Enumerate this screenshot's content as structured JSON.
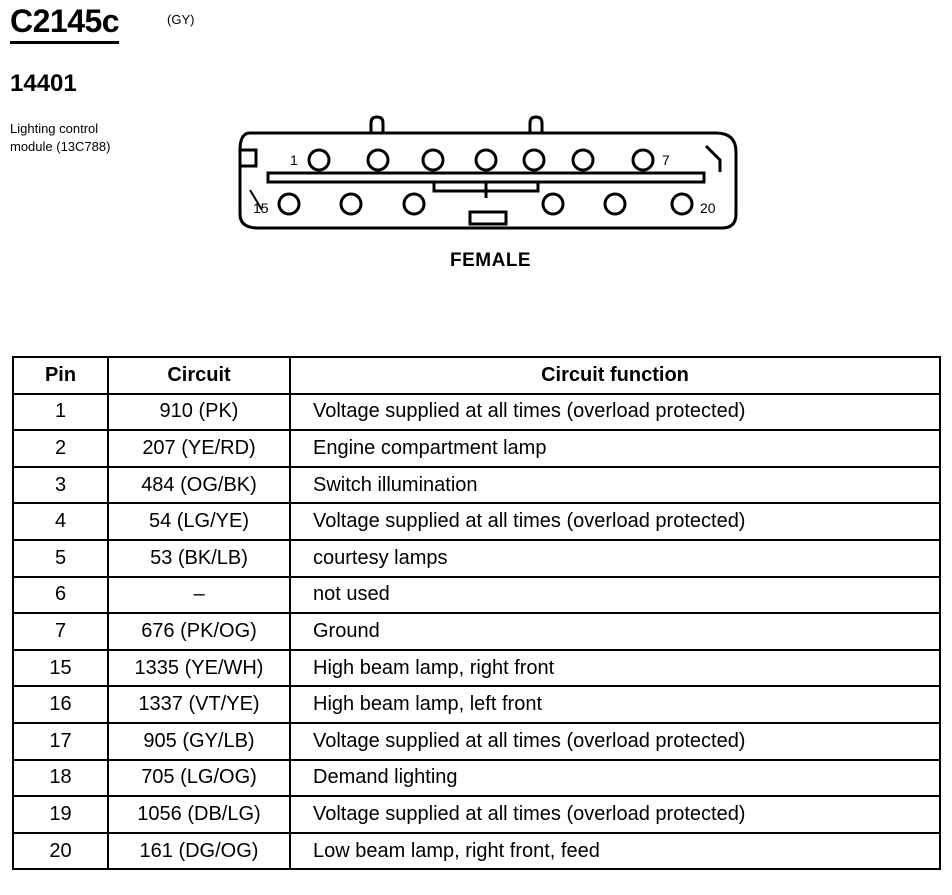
{
  "connector": {
    "id": "C2145c",
    "color_code": "(GY)"
  },
  "part_number": "14401",
  "description": [
    "Lighting control",
    "module (13C788)"
  ],
  "pin_labels": {
    "top_first": "1",
    "top_last": "7",
    "bottom_first": "15",
    "bottom_last": "20"
  },
  "gender": "FEMALE",
  "table": {
    "headers": [
      "Pin",
      "Circuit",
      "Circuit function"
    ],
    "rows": [
      {
        "pin": "1",
        "circuit": "910 (PK)",
        "function": "Voltage supplied at all times (overload protected)"
      },
      {
        "pin": "2",
        "circuit": "207 (YE/RD)",
        "function": "Engine compartment lamp"
      },
      {
        "pin": "3",
        "circuit": "484 (OG/BK)",
        "function": "Switch illumination"
      },
      {
        "pin": "4",
        "circuit": "54 (LG/YE)",
        "function": "Voltage supplied at all times (overload protected)"
      },
      {
        "pin": "5",
        "circuit": "53 (BK/LB)",
        "function": "courtesy lamps"
      },
      {
        "pin": "6",
        "circuit": "–",
        "function": "not used"
      },
      {
        "pin": "7",
        "circuit": "676 (PK/OG)",
        "function": "Ground"
      },
      {
        "pin": "15",
        "circuit": "1335 (YE/WH)",
        "function": "High beam lamp, right front"
      },
      {
        "pin": "16",
        "circuit": "1337 (VT/YE)",
        "function": "High beam lamp, left front"
      },
      {
        "pin": "17",
        "circuit": "905 (GY/LB)",
        "function": "Voltage supplied at all times (overload protected)"
      },
      {
        "pin": "18",
        "circuit": "705 (LG/OG)",
        "function": "Demand lighting"
      },
      {
        "pin": "19",
        "circuit": "1056 (DB/LG)",
        "function": "Voltage supplied at all times (overload protected)"
      },
      {
        "pin": "20",
        "circuit": "161 (DG/OG)",
        "function": "Low beam lamp, right front, feed"
      }
    ]
  }
}
